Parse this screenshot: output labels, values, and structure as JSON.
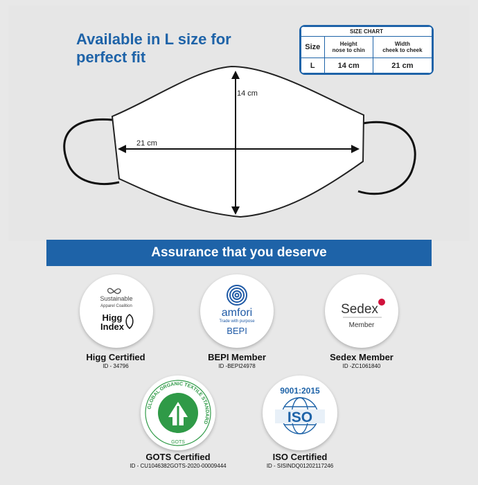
{
  "headline": {
    "line1": "Available in L size for",
    "line2": "perfect fit"
  },
  "size_chart": {
    "caption": "SIZE CHART",
    "col_size": "Size",
    "col_height_1": "Height",
    "col_height_2": "nose to chin",
    "col_width_1": "Width",
    "col_width_2": "cheek to cheek",
    "row_size": "L",
    "row_height": "14 cm",
    "row_width": "21 cm"
  },
  "mask": {
    "height_label": "14 cm",
    "width_label": "21 cm"
  },
  "banner": {
    "text": "Assurance that you deserve"
  },
  "certs": [
    {
      "title": "Higg Certified",
      "id": "ID - 34796",
      "logo_line1": "Sustainable",
      "logo_line2": "Apparel Coalition",
      "logo_mark1": "Higg",
      "logo_mark2": "Index"
    },
    {
      "title": "BEPI Member",
      "id": "ID -BEPI24978",
      "logo_main": "amfori",
      "logo_sub": "Trade with purpose",
      "logo_bottom": "BEPI"
    },
    {
      "title": "Sedex Member",
      "id": "ID -ZC1061840",
      "logo_main": "Sedex",
      "logo_sub": "Member"
    },
    {
      "title": "GOTS Certified",
      "id": "ID - CU1046382GOTS-2020-00009444",
      "logo_ring": "GLOBAL ORGANIC TEXTILE STANDARD",
      "logo_bottom": "GOTS"
    },
    {
      "title": "ISO Certified",
      "id": "ID - SISINDQ01202117246",
      "logo_top": "9001:2015",
      "logo_main": "ISO"
    }
  ],
  "colors": {
    "brand_blue": "#1e63a8",
    "gots_green": "#2f9a47",
    "sedex_red": "#d0113b",
    "amfori_blue": "#1f5aa6"
  }
}
